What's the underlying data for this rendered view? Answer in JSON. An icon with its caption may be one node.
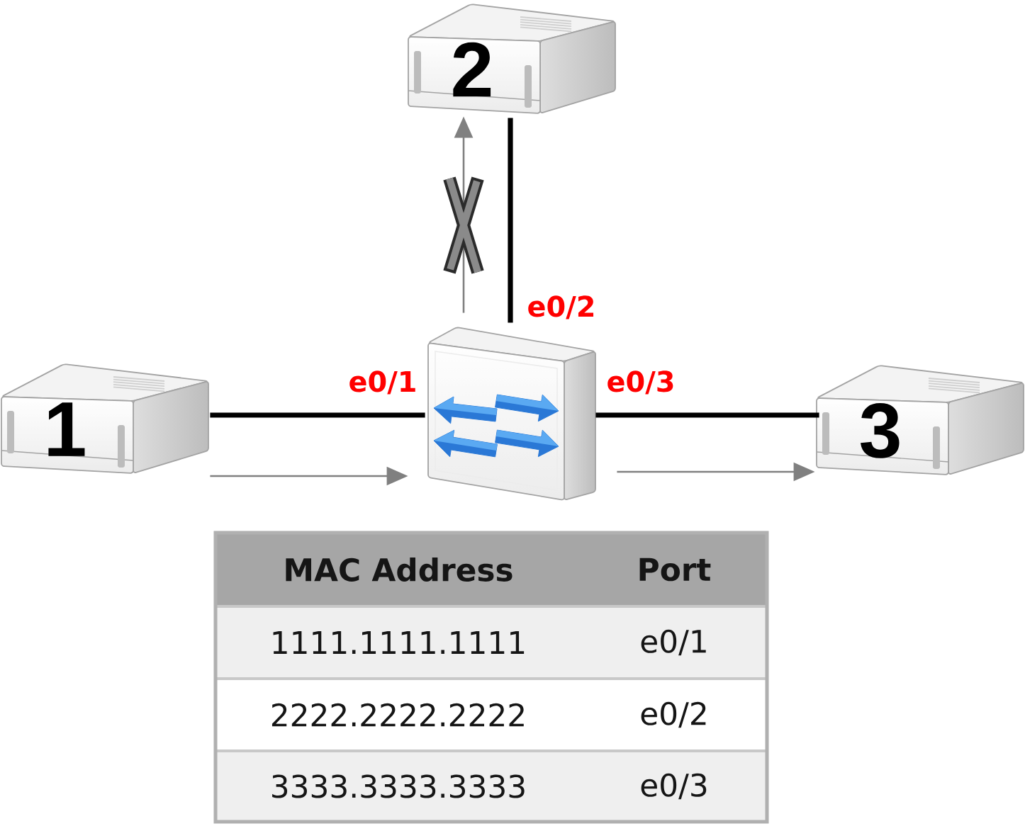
{
  "diagram": {
    "nodes": [
      {
        "text": [
          "2"
        ]
      },
      {
        "text": [
          "1"
        ]
      },
      {
        "text": [],
        "shape": "picture"
      },
      {
        "text": [
          "3"
        ]
      }
    ],
    "edges": [
      {
        "from": 1,
        "to": 2,
        "arrow": "none",
        "style": "thick",
        "label": "e0/1"
      },
      {
        "from": 2,
        "to": 0,
        "arrow": "none",
        "style": "thick",
        "label": "e0/2"
      },
      {
        "from": 2,
        "to": 3,
        "arrow": "none",
        "style": "thick",
        "label": "e0/3"
      },
      {
        "from": 1,
        "to": 2,
        "arrow": "to",
        "color": "#808080"
      },
      {
        "from": 2,
        "to": 0,
        "arrow": "to",
        "color": "#808080"
      },
      {
        "from": 2,
        "to": 3,
        "arrow": "to",
        "color": "#808080"
      }
    ],
    "labels": [
      "MAC Address",
      "Port",
      "1111.1111.1111",
      "e0/1",
      "2222.2222.2222",
      "e0/2",
      "3333.3333.3333",
      "e0/3"
    ]
  }
}
